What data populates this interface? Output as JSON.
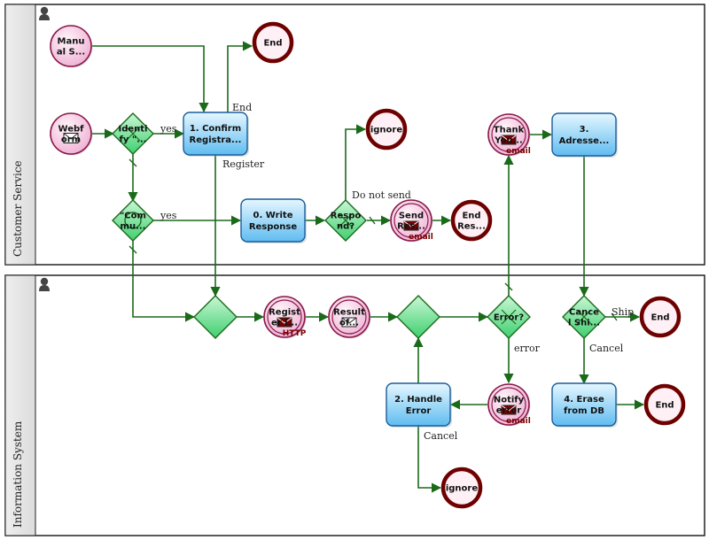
{
  "lanes": {
    "customer_service": "Customer Service",
    "information_system": "Information System"
  },
  "events": {
    "manual_start": "Manu|al S...",
    "webform_start": "Webf|orm",
    "end_top": "End",
    "ignore_top": "ignore",
    "send_response": "Send|Res...",
    "send_response_sub": "email",
    "end_response": "End|Res...",
    "thank_you": "Thank|You...",
    "thank_you_sub": "email",
    "register_http": "Regist|er i...",
    "register_http_sub": "HTTP",
    "result": "Result|of...",
    "notify_error": "Notify|error",
    "notify_error_sub": "email",
    "end_shipping": "End",
    "end_erase": "End",
    "ignore_bottom": "ignore"
  },
  "gateways": {
    "identify": "Identi|fy \"...",
    "complaint": "\"Com|mu...",
    "respond": "Respo|nd?",
    "join_left": "",
    "join_right": "",
    "error": "Error?",
    "cancel_shipping": "Cance|l Shi..."
  },
  "tasks": {
    "confirm": "1. Confirm|Registra...",
    "write_response": "0. Write|Response",
    "adresse": "3.|Adresse...",
    "handle_error": "2. Handle|Error",
    "erase": "4. Erase|from DB"
  },
  "flow_labels": {
    "yes_identify": "yes",
    "end_confirm": "End",
    "register": "Register",
    "yes_complaint": "yes",
    "do_not_send": "Do not send",
    "error": "error",
    "cancel_error": "Cancel",
    "ship": "Ship",
    "cancel_ship": "Cancel"
  },
  "colors": {
    "flow": "#1a6a1a",
    "task_fill_top": "#cdeeff",
    "task_fill_bottom": "#5fbcf0",
    "task_stroke": "#1a5c9a",
    "gateway_fill": "#5fd88a",
    "gateway_stroke": "#1a6a1a",
    "end_stroke": "#6e0000",
    "end_fill": "#fff0f6",
    "event_fill": "#f7c9e2",
    "event_stroke": "#8a1a4a"
  }
}
